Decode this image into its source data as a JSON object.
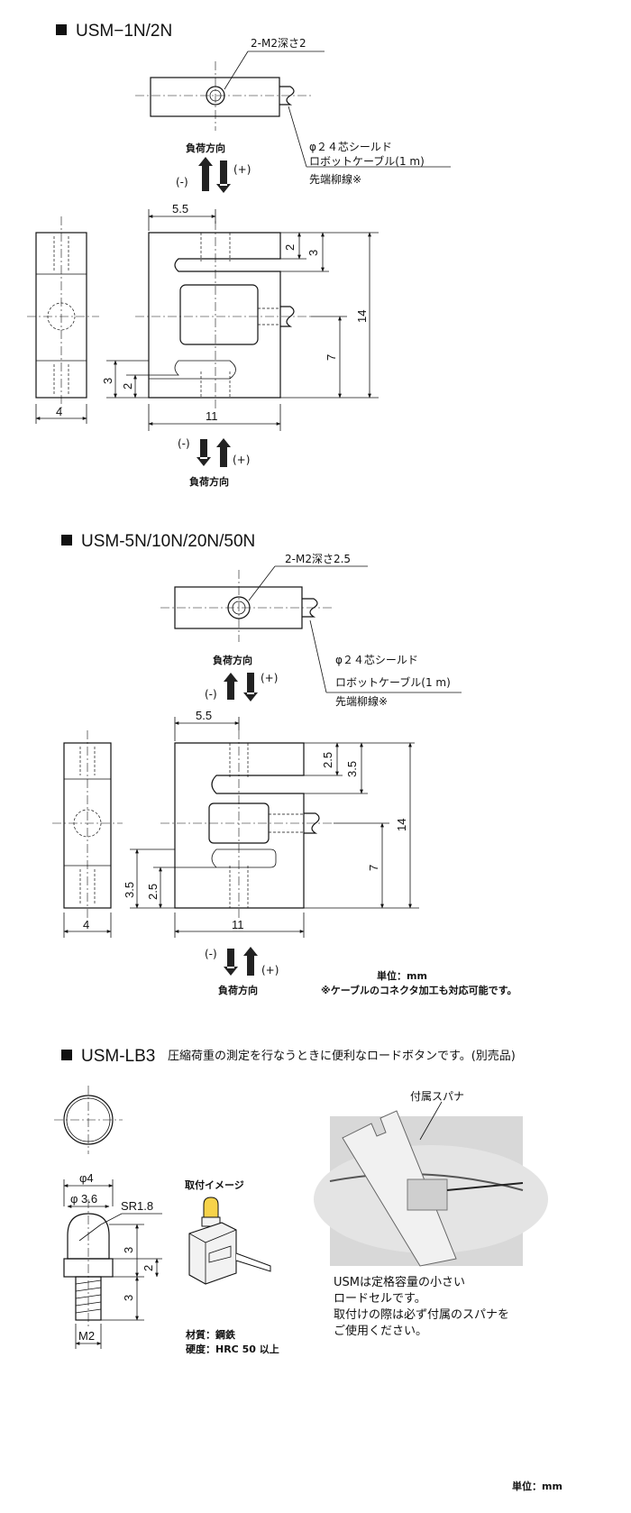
{
  "sections": {
    "usm1": {
      "title": "USM−1N/2N",
      "tap": "2-M2深さ2",
      "cable_line1": "φ２４芯シールド",
      "cable_line2": "ロボットケーブル(1 m)",
      "cable_line3": "先端柳線※",
      "load_dir": "負荷方向",
      "minus": "(-)",
      "plus": "(+)",
      "dims": {
        "d55": "5.5",
        "d2a": "2",
        "d3a": "3",
        "d14": "14",
        "d7": "7",
        "d3b": "3",
        "d2b": "2",
        "d4": "4",
        "d11": "11"
      }
    },
    "usm5": {
      "title": "USM-5N/10N/20N/50N",
      "tap": "2-M2深さ2.5",
      "cable_line1": "φ２４芯シールド",
      "cable_line2": "ロボットケーブル(1 m)",
      "cable_line3": "先端柳線※",
      "load_dir": "負荷方向",
      "minus": "(-)",
      "plus": "(+)",
      "dims": {
        "d55": "5.5",
        "d25a": "2.5",
        "d35a": "3.5",
        "d14": "14",
        "d7": "7",
        "d35b": "3.5",
        "d25b": "2.5",
        "d4": "4",
        "d11": "11"
      },
      "unit": "単位：mm",
      "note": "※ケーブルのコネクタ加工も対応可能です。"
    },
    "lb3": {
      "title": "USM-LB3",
      "desc": "圧縮荷重の測定を行なうときに便利なロードボタンです。(別売品)",
      "phi4": "φ4",
      "phi36": "φ 3.6",
      "sr": "SR1.8",
      "d3a": "3",
      "d2": "2",
      "d3b": "3",
      "m2": "M2",
      "mount_label": "取付イメージ",
      "material": "材質：鋼鉄",
      "hardness": "硬度：HRC 50 以上",
      "spanner_label": "付属スパナ",
      "photo_text": [
        "USMは定格容量の小さい",
        "ロードセルです。",
        "取付けの際は必ず付属のスパナを",
        "ご使用ください。"
      ],
      "unit": "単位：mm"
    }
  }
}
